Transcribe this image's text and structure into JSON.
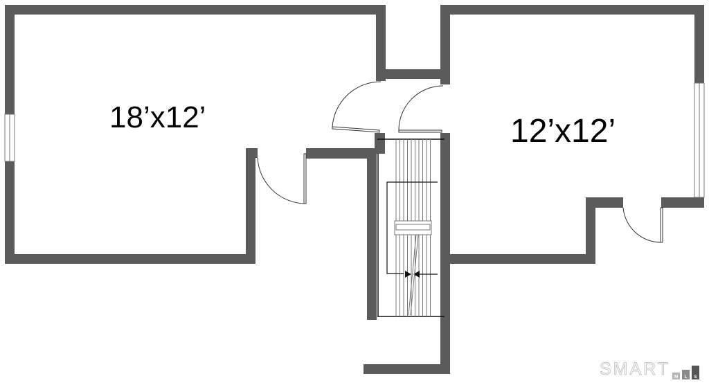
{
  "rooms": [
    {
      "label": "18’x12’"
    },
    {
      "label": "12’x12’"
    }
  ],
  "logo": {
    "text": "SMART",
    "bars": [
      "M",
      "L",
      "S"
    ]
  },
  "colors": {
    "wall": "#5b5b5b",
    "logo": "#c8c8c8"
  }
}
